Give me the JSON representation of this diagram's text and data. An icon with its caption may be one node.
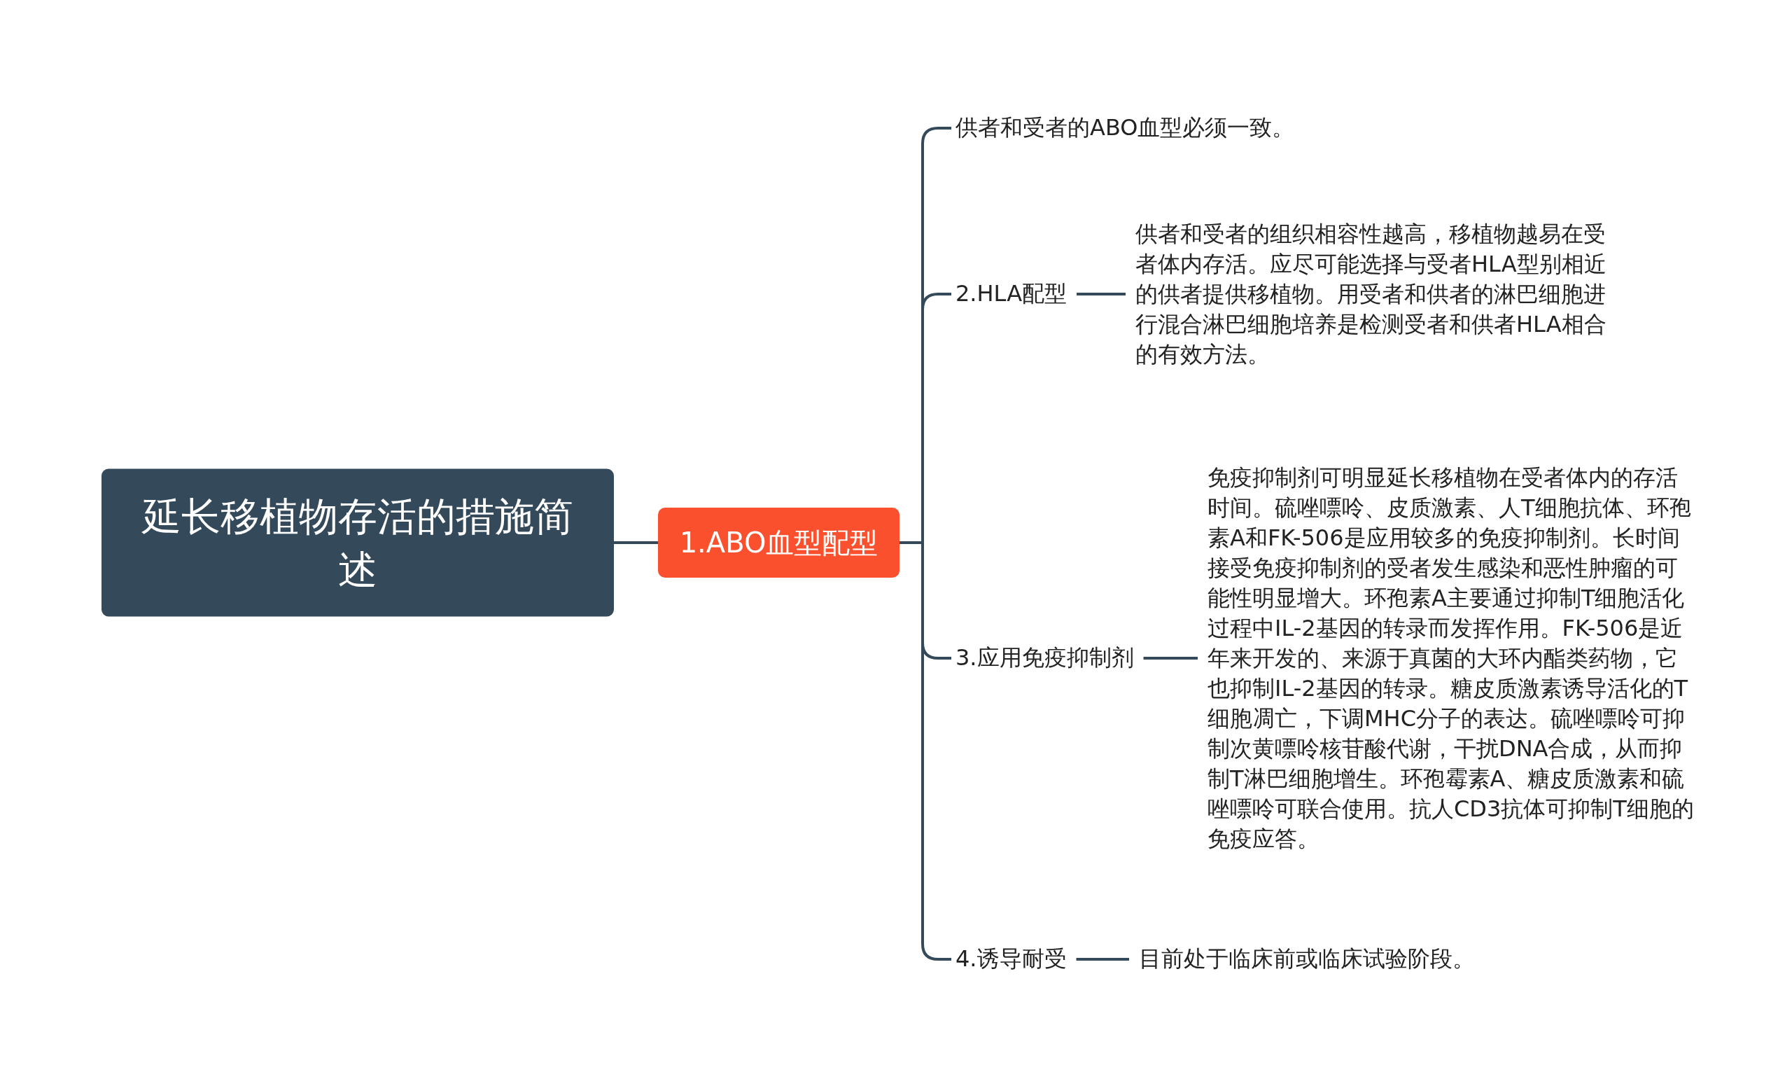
{
  "diagram": {
    "nodes": [
      {
        "text": [
          "延长移植物存活的措施简述"
        ]
      },
      {
        "text": [
          "1.ABO血型配型"
        ]
      },
      {
        "text": [
          "供者和受者的ABO血型必须一致。"
        ]
      },
      {
        "text": [
          "2.HLA配型"
        ]
      },
      {
        "text": [
          "供者和受者的组织相容性越高，移植物越易在受者体内存活。应尽可能选择与受者HLA型别相近的供者提供移植物。用受者和供者的淋巴细胞进行混合淋巴细胞培养是检测受者和供者HLA相合的有效方法。"
        ]
      },
      {
        "text": [
          "3.应用免疫抑制剂"
        ]
      },
      {
        "text": [
          "免疫抑制剂可明显延长移植物在受者体内的存活时间。硫唑嘌呤、皮质激素、人T细胞抗体、环孢素A和FK-506是应用较多的免疫抑制剂。长时间接受免疫抑制剂的受者发生感染和恶性肿瘤的可能性明显增大。环孢素A主要通过抑制T细胞活化过程中IL-2基因的转录而发挥作用。FK-506是近年来开发的、来源于真菌的大环内酯类药物，它也抑制IL-2基因的转录。糖皮质激素诱导活化的T细胞凋亡，下调MHC分子的表达。硫唑嘌呤可抑制次黄嘌呤核苷酸代谢，干扰DNA合成，从而抑制T淋巴细胞增生。环孢霉素A、糖皮质激素和硫唑嘌呤可联合使用。抗人CD3抗体可抑制T细胞的免疫应答。"
        ]
      },
      {
        "text": [
          "4.诱导耐受"
        ]
      },
      {
        "text": [
          "目前处于临床前或临床试验阶段。"
        ]
      }
    ],
    "edges": [
      {
        "from": 0,
        "to": 1,
        "arrow": "none"
      },
      {
        "from": 1,
        "to": 2,
        "arrow": "none"
      },
      {
        "from": 1,
        "to": 3,
        "arrow": "none"
      },
      {
        "from": 1,
        "to": 5,
        "arrow": "none"
      },
      {
        "from": 1,
        "to": 7,
        "arrow": "none"
      },
      {
        "from": 3,
        "to": 4,
        "arrow": "none"
      },
      {
        "from": 5,
        "to": 6,
        "arrow": "none"
      },
      {
        "from": 7,
        "to": 8,
        "arrow": "none"
      }
    ]
  }
}
